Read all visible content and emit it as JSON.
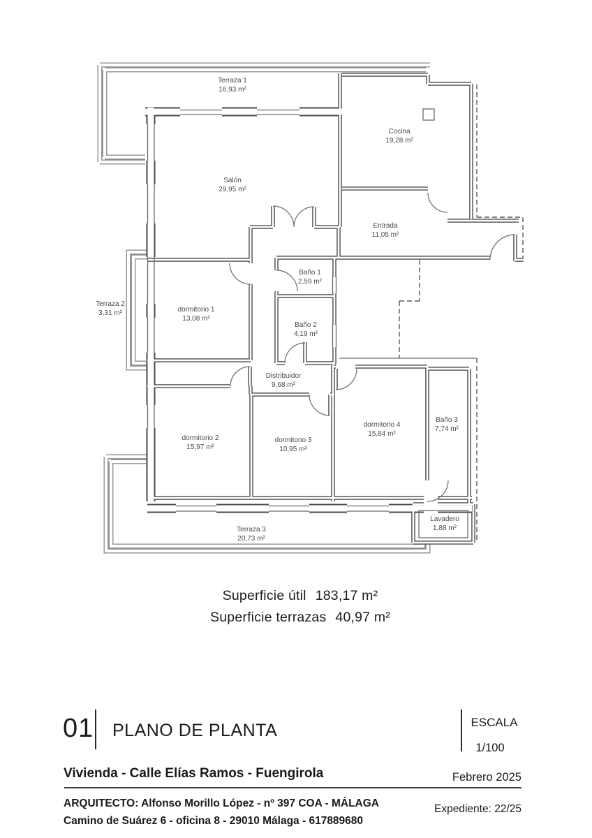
{
  "plan": {
    "rooms": [
      {
        "name": "Terraza 1",
        "area": "16,93 m²"
      },
      {
        "name": "Cocina",
        "area": "19,28 m²"
      },
      {
        "name": "Salón",
        "area": "29,95 m²"
      },
      {
        "name": "Entrada",
        "area": "11,05 m²"
      },
      {
        "name": "Baño 1",
        "area": "2,59 m²"
      },
      {
        "name": "Terraza 2",
        "area": "3,31 m²"
      },
      {
        "name": "dormitorio 1",
        "area": "13,08 m²"
      },
      {
        "name": "Baño 2",
        "area": "4,19 m²"
      },
      {
        "name": "Distribuidor",
        "area": "9,68 m²"
      },
      {
        "name": "dormitorio 2",
        "area": "15,97 m²"
      },
      {
        "name": "dormitorio 3",
        "area": "10,95 m²"
      },
      {
        "name": "dormitorio 4",
        "area": "15,84 m²"
      },
      {
        "name": "Baño 3",
        "area": "7,74 m²"
      },
      {
        "name": "Lavadero",
        "area": "1,88 m²"
      },
      {
        "name": "Terraza 3",
        "area": "20,73 m²"
      }
    ]
  },
  "summary": {
    "useful_label": "Superficie útil",
    "useful_value": "183,17 m²",
    "terraces_label": "Superficie terrazas",
    "terraces_value": "40,97 m²"
  },
  "titleblock": {
    "number": "01",
    "title": "PLANO DE PLANTA",
    "scale_label": "ESCALA",
    "scale_value": "1/100",
    "subtitle": "Vivienda - Calle Elías Ramos - Fuengirola",
    "date": "Febrero 2025",
    "architect_line1": "ARQUITECTO: Alfonso Morillo López - nº 397 COA - MÁLAGA",
    "architect_line2": "Camino de Suárez 6 - oficina 8 - 29010 Málaga - 617889680",
    "expedient": "Expediente: 22/25"
  },
  "colors": {
    "wall": "#4a4a4a",
    "railing": "#8f8f8f",
    "thin_line": "#6a6a6a",
    "label_text": "#4a4a4a",
    "block_text": "#1a1a1a",
    "background": "#ffffff"
  }
}
